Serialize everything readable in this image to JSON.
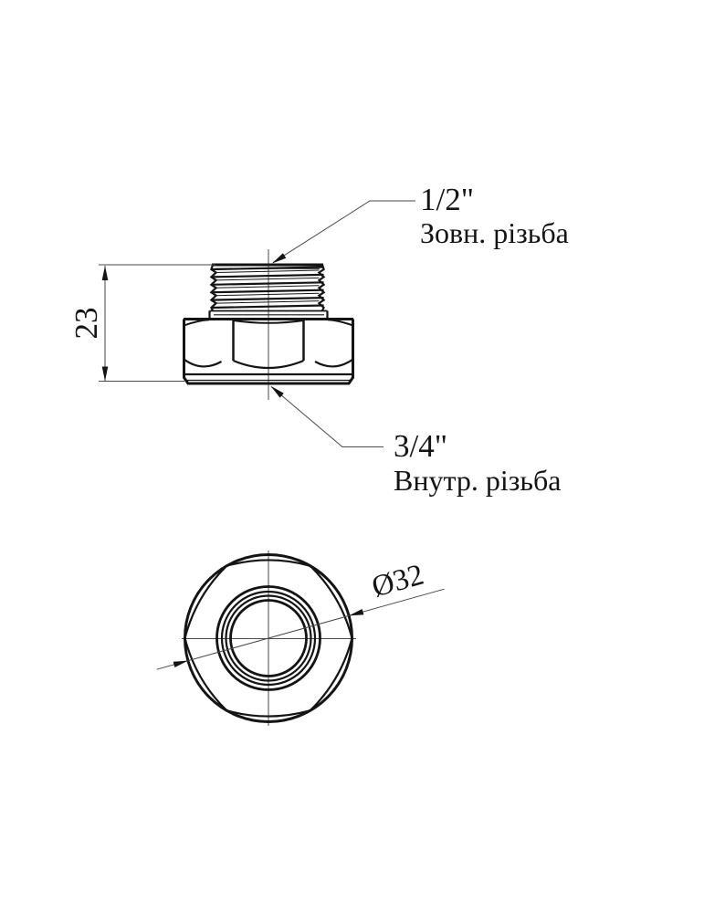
{
  "page": {
    "background": "#ffffff"
  },
  "drawing": {
    "line_color": "#141414",
    "thin_line_color": "#4a4a4a",
    "labels": {
      "external_thread_size": "1/2\"",
      "external_thread_caption": "Зовн. різьба",
      "internal_thread_size": "3/4\"",
      "internal_thread_caption": "Внутр. різьба",
      "height_dimension": "23",
      "diameter_dimension": "Ø32"
    }
  }
}
